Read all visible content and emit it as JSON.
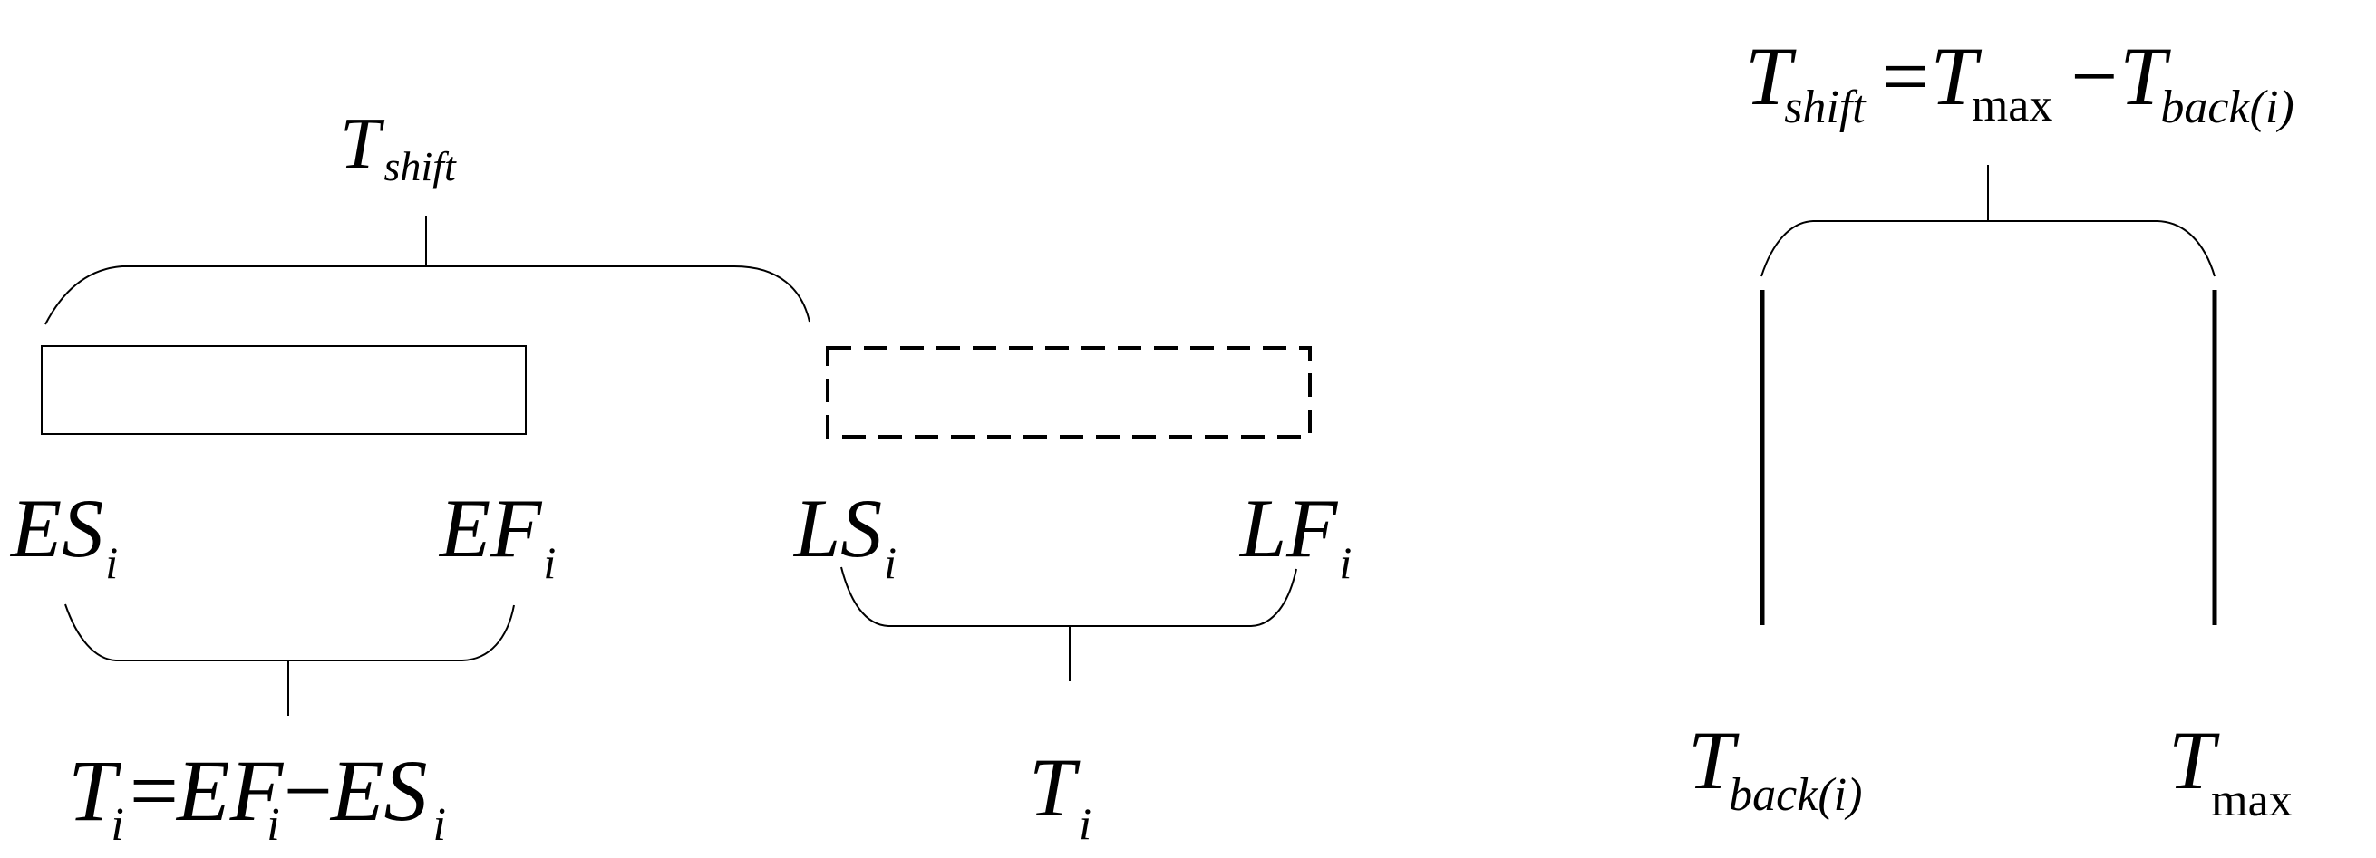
{
  "left": {
    "top_label": {
      "main": "T",
      "sub": "shift"
    },
    "early_start": {
      "main": "ES",
      "sub": "i"
    },
    "early_finish": {
      "main": "EF",
      "sub": "i"
    },
    "late_start": {
      "main": "LS",
      "sub": "i"
    },
    "late_finish": {
      "main": "LF",
      "sub": "i"
    },
    "duration_formula": {
      "t": "T",
      "t_sub": "i",
      "eq": "=",
      "ef": "EF",
      "ef_sub": "i",
      "minus": "−",
      "es": "ES",
      "es_sub": "i"
    },
    "duration_label": {
      "main": "T",
      "sub": "i"
    }
  },
  "right": {
    "formula": {
      "t1": "T",
      "t1_sub": "shift",
      "eq": "=",
      "t2": "T",
      "t2_sub": "max",
      "minus": "−",
      "t3": "T",
      "t3_sub": "back(i)"
    },
    "back_label": {
      "main": "T",
      "sub": "back(i)"
    },
    "max_label": {
      "main": "T",
      "sub": "max"
    }
  }
}
